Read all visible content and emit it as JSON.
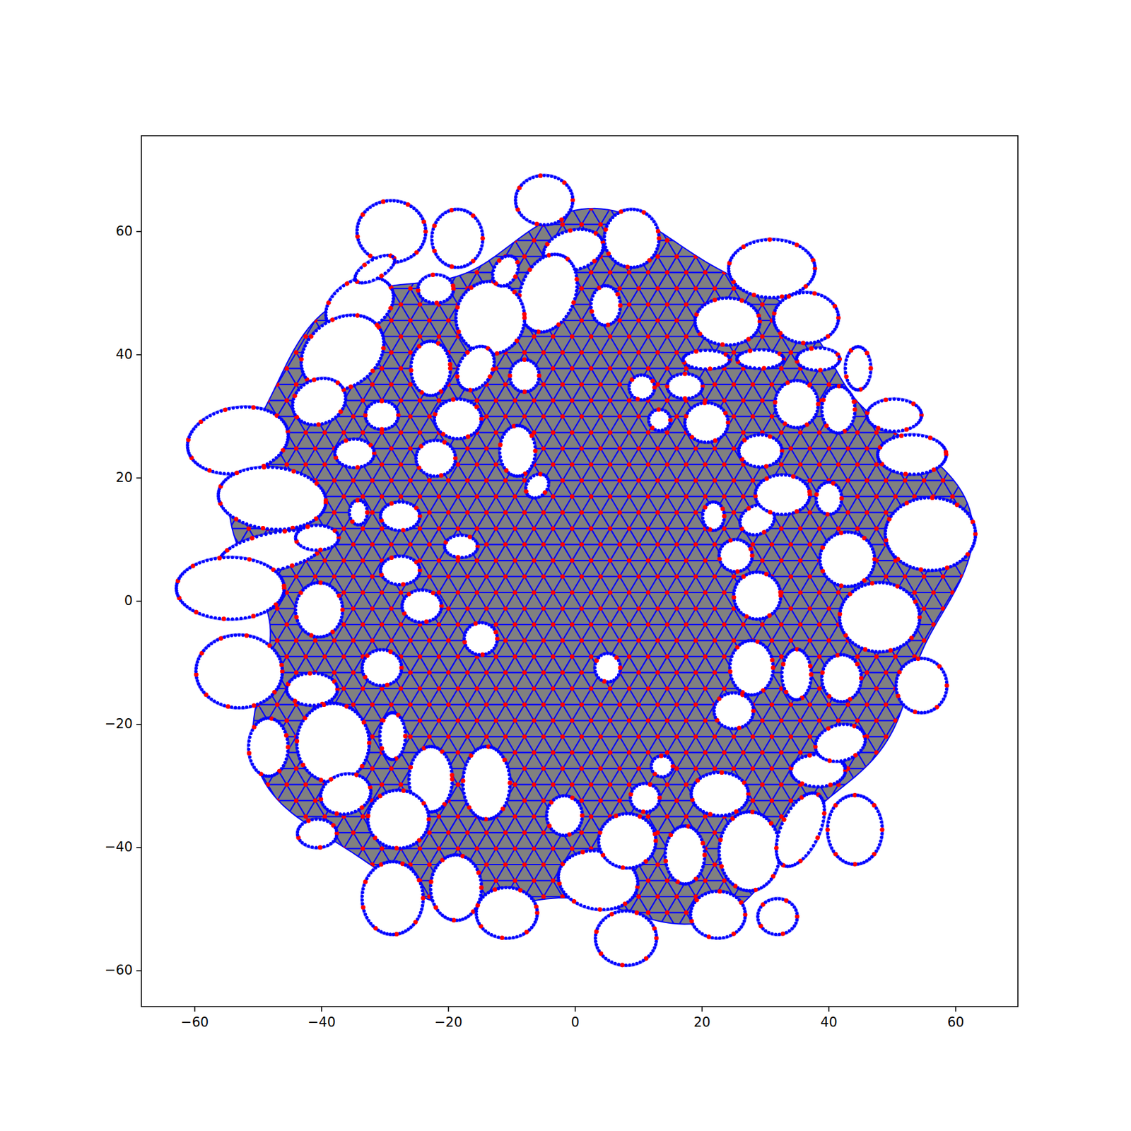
{
  "diagram": {
    "labels": [
      "−60",
      "−40",
      "−20",
      "0",
      "20",
      "40",
      "60",
      "−60",
      "−40",
      "−20",
      "0",
      "20",
      "40",
      "60"
    ]
  }
}
